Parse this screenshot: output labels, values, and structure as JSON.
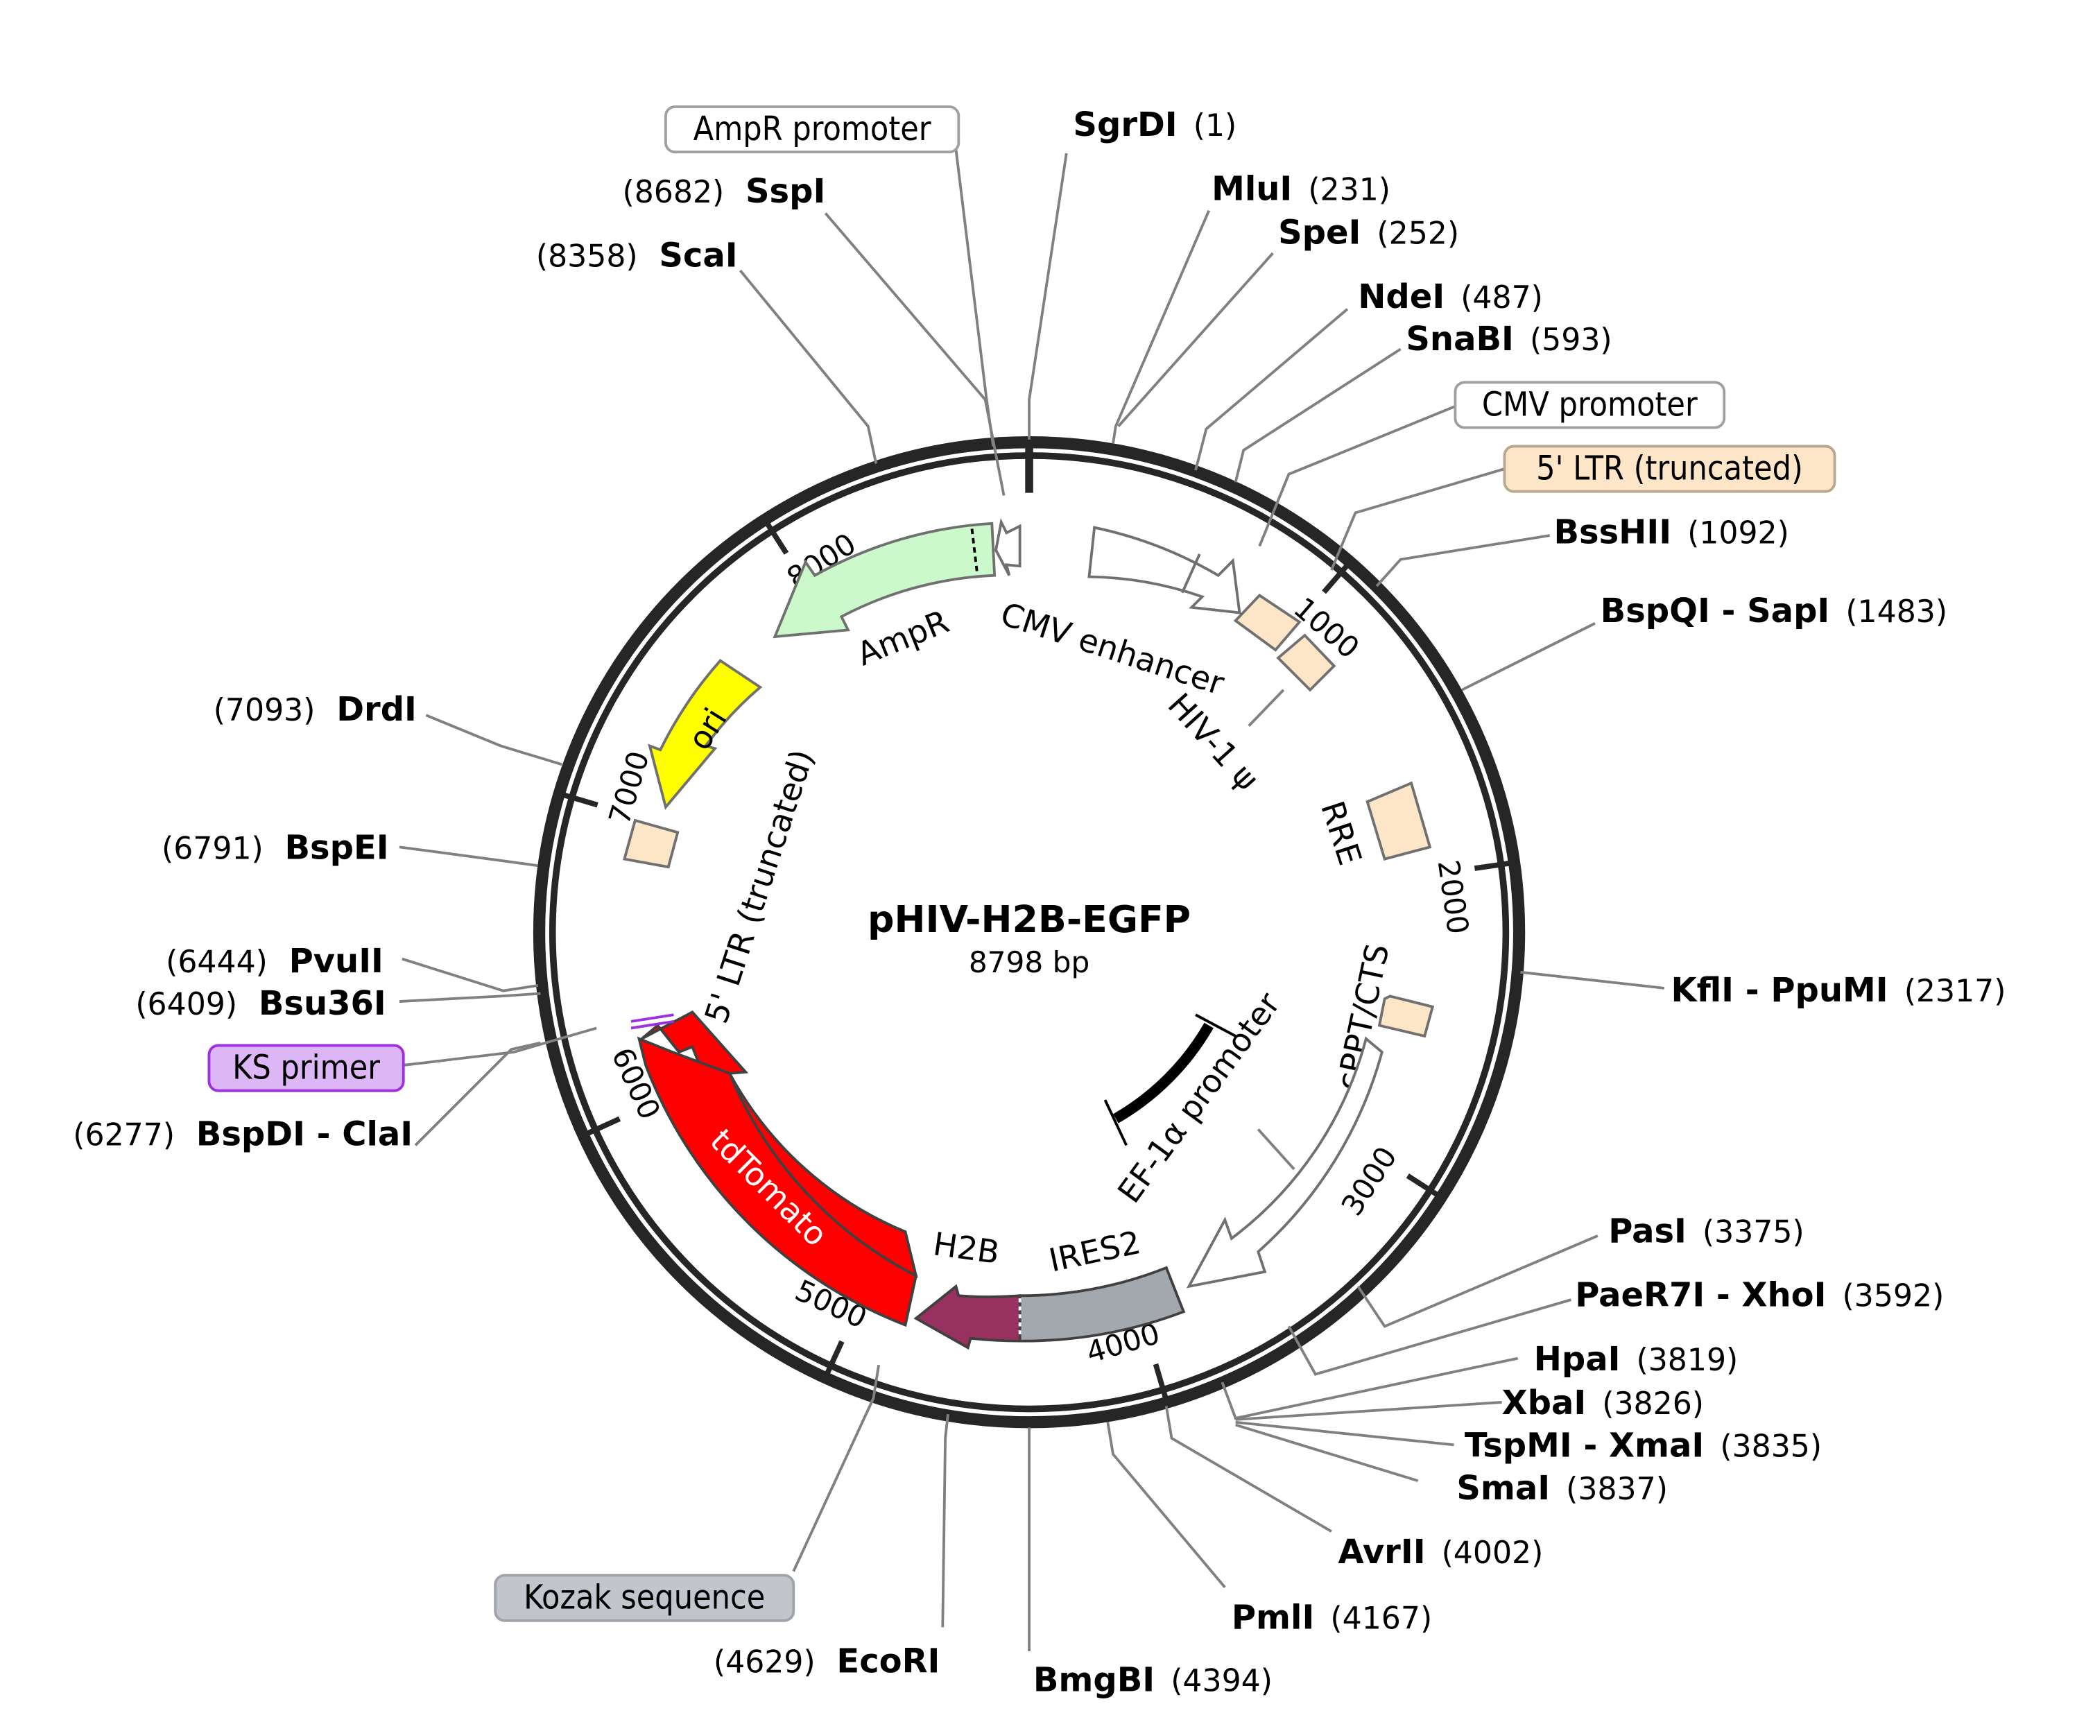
{
  "plasmid": {
    "name": "pHIV-H2B-EGFP",
    "length_label": "8798 bp",
    "length_bp": 8798
  },
  "ticks": [
    {
      "pos": 1000,
      "label": "1000"
    },
    {
      "pos": 2000,
      "label": "2000"
    },
    {
      "pos": 3000,
      "label": "3000"
    },
    {
      "pos": 4000,
      "label": "4000"
    },
    {
      "pos": 5000,
      "label": "5000"
    },
    {
      "pos": 6000,
      "label": "6000"
    },
    {
      "pos": 7000,
      "label": "7000"
    },
    {
      "pos": 8000,
      "label": "8000"
    }
  ],
  "enzymes": [
    {
      "name": "SgrDI",
      "pos": "(1)"
    },
    {
      "name": "MluI",
      "pos": "(231)"
    },
    {
      "name": "SpeI",
      "pos": "(252)"
    },
    {
      "name": "NdeI",
      "pos": "(487)"
    },
    {
      "name": "SnaBI",
      "pos": "(593)"
    },
    {
      "name": "BssHII",
      "pos": "(1092)"
    },
    {
      "name": "BspQI - SapI",
      "pos": "(1483)"
    },
    {
      "name": "KflI - PpuMI",
      "pos": "(2317)"
    },
    {
      "name": "PasI",
      "pos": "(3375)"
    },
    {
      "name": "PaeR7I - XhoI",
      "pos": "(3592)"
    },
    {
      "name": "HpaI",
      "pos": "(3819)"
    },
    {
      "name": "XbaI",
      "pos": "(3826)"
    },
    {
      "name": "TspMI - XmaI",
      "pos": "(3835)"
    },
    {
      "name": "SmaI",
      "pos": "(3837)"
    },
    {
      "name": "AvrII",
      "pos": "(4002)"
    },
    {
      "name": "PmlI",
      "pos": "(4167)"
    },
    {
      "name": "BmgBI",
      "pos": "(4394)"
    },
    {
      "name": "EcoRI",
      "pos": "(4629)"
    },
    {
      "name": "BspDI - ClaI",
      "pos": "(6277)"
    },
    {
      "name": "Bsu36I",
      "pos": "(6409)"
    },
    {
      "name": "PvuII",
      "pos": "(6444)"
    },
    {
      "name": "BspEI",
      "pos": "(6791)"
    },
    {
      "name": "DrdI",
      "pos": "(7093)"
    },
    {
      "name": "ScaI",
      "pos": "(8358)"
    },
    {
      "name": "SspI",
      "pos": "(8682)"
    }
  ],
  "callout_features": [
    {
      "name": "AmpR promoter",
      "fill": "#ffffff",
      "stroke": "#a0a0a0"
    },
    {
      "name": "CMV promoter",
      "fill": "#ffffff",
      "stroke": "#a0a0a0"
    },
    {
      "name": "5' LTR (truncated)",
      "fill": "#fde5c8",
      "stroke": "#b8a890"
    },
    {
      "name": "KS primer",
      "fill": "#ddb6f5",
      "stroke": "#9b30e0"
    },
    {
      "name": "Kozak sequence",
      "fill": "#c2c5cb",
      "stroke": "#a0a4aa"
    }
  ],
  "features": [
    {
      "name": "AmpR",
      "color": "#ccf9cc"
    },
    {
      "name": "CMV enhancer",
      "color": "#ffffff"
    },
    {
      "name": "HIV-1 ψ",
      "color": "#fde5c8"
    },
    {
      "name": "RRE",
      "color": "#fde5c8"
    },
    {
      "name": "cPPT/CTS",
      "color": "#fde5c8"
    },
    {
      "name": "EF-1α promoter",
      "color": "#ffffff"
    },
    {
      "name": "IRES2",
      "color": "#a3a8ae"
    },
    {
      "name": "H2B",
      "color": "#983060"
    },
    {
      "name": "tdTomato",
      "color": "#ff0000"
    },
    {
      "name": "5' LTR (truncated)",
      "color": "#fde5c8"
    },
    {
      "name": "ori",
      "color": "#ffff00"
    }
  ]
}
